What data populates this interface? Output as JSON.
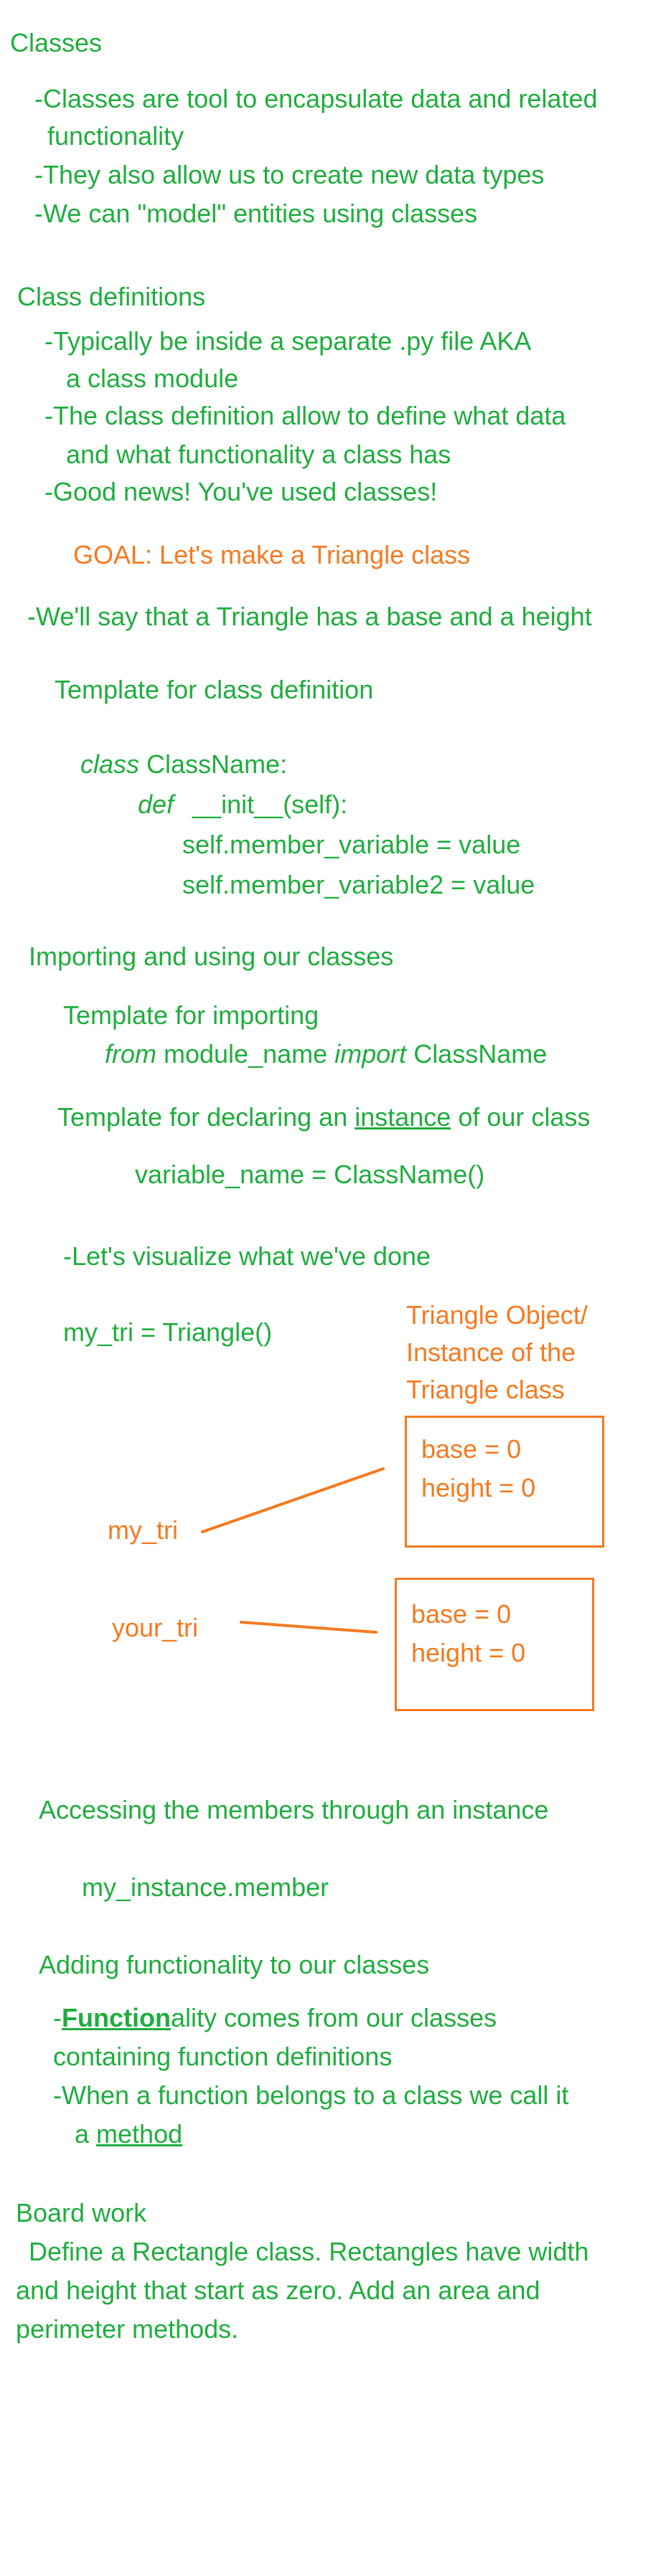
{
  "colors": {
    "green": "#1fad3e",
    "orange": "#f47a1f",
    "background": "#ffffff"
  },
  "classes": {
    "heading": "Classes",
    "bullet1_line1": "-Classes are tool to encapsulate data and related",
    "bullet1_line2": "functionality",
    "bullet2": "-They also allow us to create new data types",
    "bullet3": "-We can \"model\" entities using classes"
  },
  "class_definitions": {
    "heading": "Class definitions",
    "bullet1_line1": "-Typically be inside a separate .py file AKA",
    "bullet1_line2": "a class module",
    "bullet2_line1": "-The class definition allow to define what data",
    "bullet2_line2": "and what functionality a class has",
    "bullet3": "-Good news! You've used classes!"
  },
  "goal": "GOAL: Let's make a Triangle class",
  "triangle_note": "-We'll say that a Triangle has a base and a height",
  "template_definition": {
    "heading": "Template for class definition",
    "keyword_class": "class",
    "class_name": " ClassName:",
    "keyword_def": "def",
    "init_sig": "__init__(self):",
    "member1": "self.member_variable = value",
    "member2": "self.member_variable2 = value"
  },
  "importing": {
    "heading": "Importing and using our classes",
    "template_heading": "Template for importing",
    "keyword_from": "from",
    "module_name": " module_name ",
    "keyword_import": "import",
    "class_name": " ClassName",
    "instance_heading_pre": "Template for declaring an ",
    "instance_word": "instance",
    "instance_heading_post": " of our class",
    "declaration": "variable_name = ClassName()"
  },
  "visualize": {
    "heading": "-Let's visualize what we've done",
    "code": "my_tri = Triangle()",
    "object_label_line1": "Triangle Object/",
    "object_label_line2": "Instance of the",
    "object_label_line3": "Triangle class",
    "box1": {
      "base": "base =     0",
      "height": "height =  0"
    },
    "box2": {
      "base": "base =     0",
      "height": "height =  0"
    },
    "var1": "my_tri",
    "var2": "your_tri"
  },
  "accessing": {
    "heading": "Accessing the members through an instance",
    "code": "my_instance.member"
  },
  "functionality": {
    "heading": "Adding functionality to our classes",
    "bullet1_dash": "-",
    "bullet1_bold": "Function",
    "bullet1_rest": "ality comes from our classes",
    "bullet1_line2": "containing function definitions",
    "bullet2_line1": "-When a function belongs to a class we call it",
    "bullet2_line2_pre": "a ",
    "bullet2_method": "method"
  },
  "board_work": {
    "heading": "Board work",
    "line1": "Define a Rectangle class. Rectangles have width",
    "line2": "and height that start as zero. Add an area and",
    "line3": "perimeter methods."
  }
}
